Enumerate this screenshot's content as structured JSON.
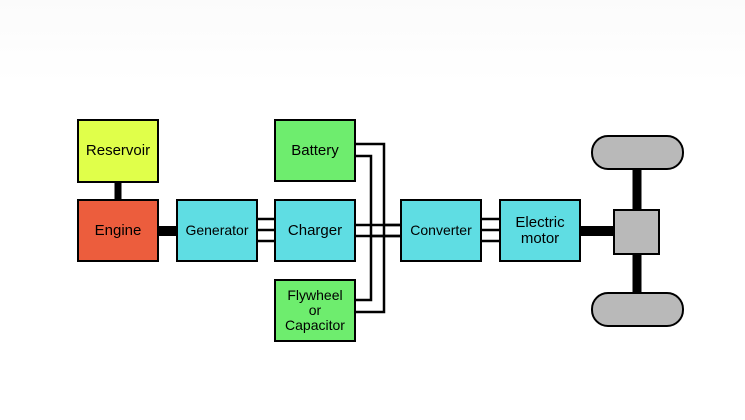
{
  "diagram": {
    "nodes": {
      "reservoir": "Reservoir",
      "engine": "Engine",
      "generator": "Generator",
      "battery": "Battery",
      "charger": "Charger",
      "flywheel": "Flywheel\nor\nCapacitor",
      "converter": "Converter",
      "motor": "Electric\nmotor"
    },
    "colors": {
      "reservoir": "#e0ff4a",
      "engine": "#ec5d3d",
      "power_electronics": "#5fdde3",
      "storage": "#6eed6e",
      "drivetrain": "#b9b9b9"
    }
  }
}
